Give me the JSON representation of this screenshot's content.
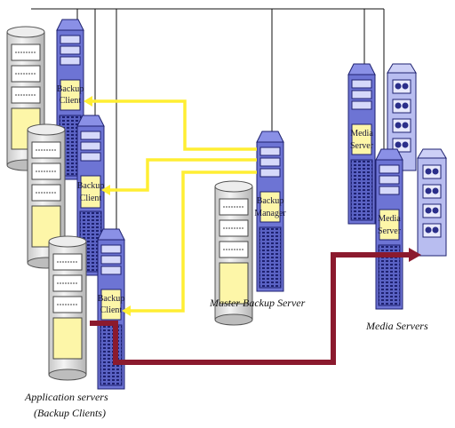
{
  "diagram": {
    "application_label_line1": "Application servers",
    "application_label_line2": "(Backup Clients)",
    "master_label": "Master Backup Server",
    "media_label": "Media Servers",
    "clients": [
      {
        "line1": "Backup",
        "line2": "Client"
      },
      {
        "line1": "Backup",
        "line2": "Client"
      },
      {
        "line1": "Backup",
        "line2": "Client"
      }
    ],
    "manager": {
      "line1": "Backup",
      "line2": "Manager"
    },
    "media_servers": [
      {
        "line1": "Media",
        "line2": "Server"
      },
      {
        "line1": "Media",
        "line2": "Server"
      }
    ]
  },
  "colors": {
    "control_flow": "#ffee33",
    "data_flow": "#8b1a2e",
    "server_body": "#6d74d4",
    "server_dark": "#2b2f8a",
    "storage_panel": "#fdf6a8",
    "library_body": "#b8bdf0",
    "network_line": "#111111"
  }
}
